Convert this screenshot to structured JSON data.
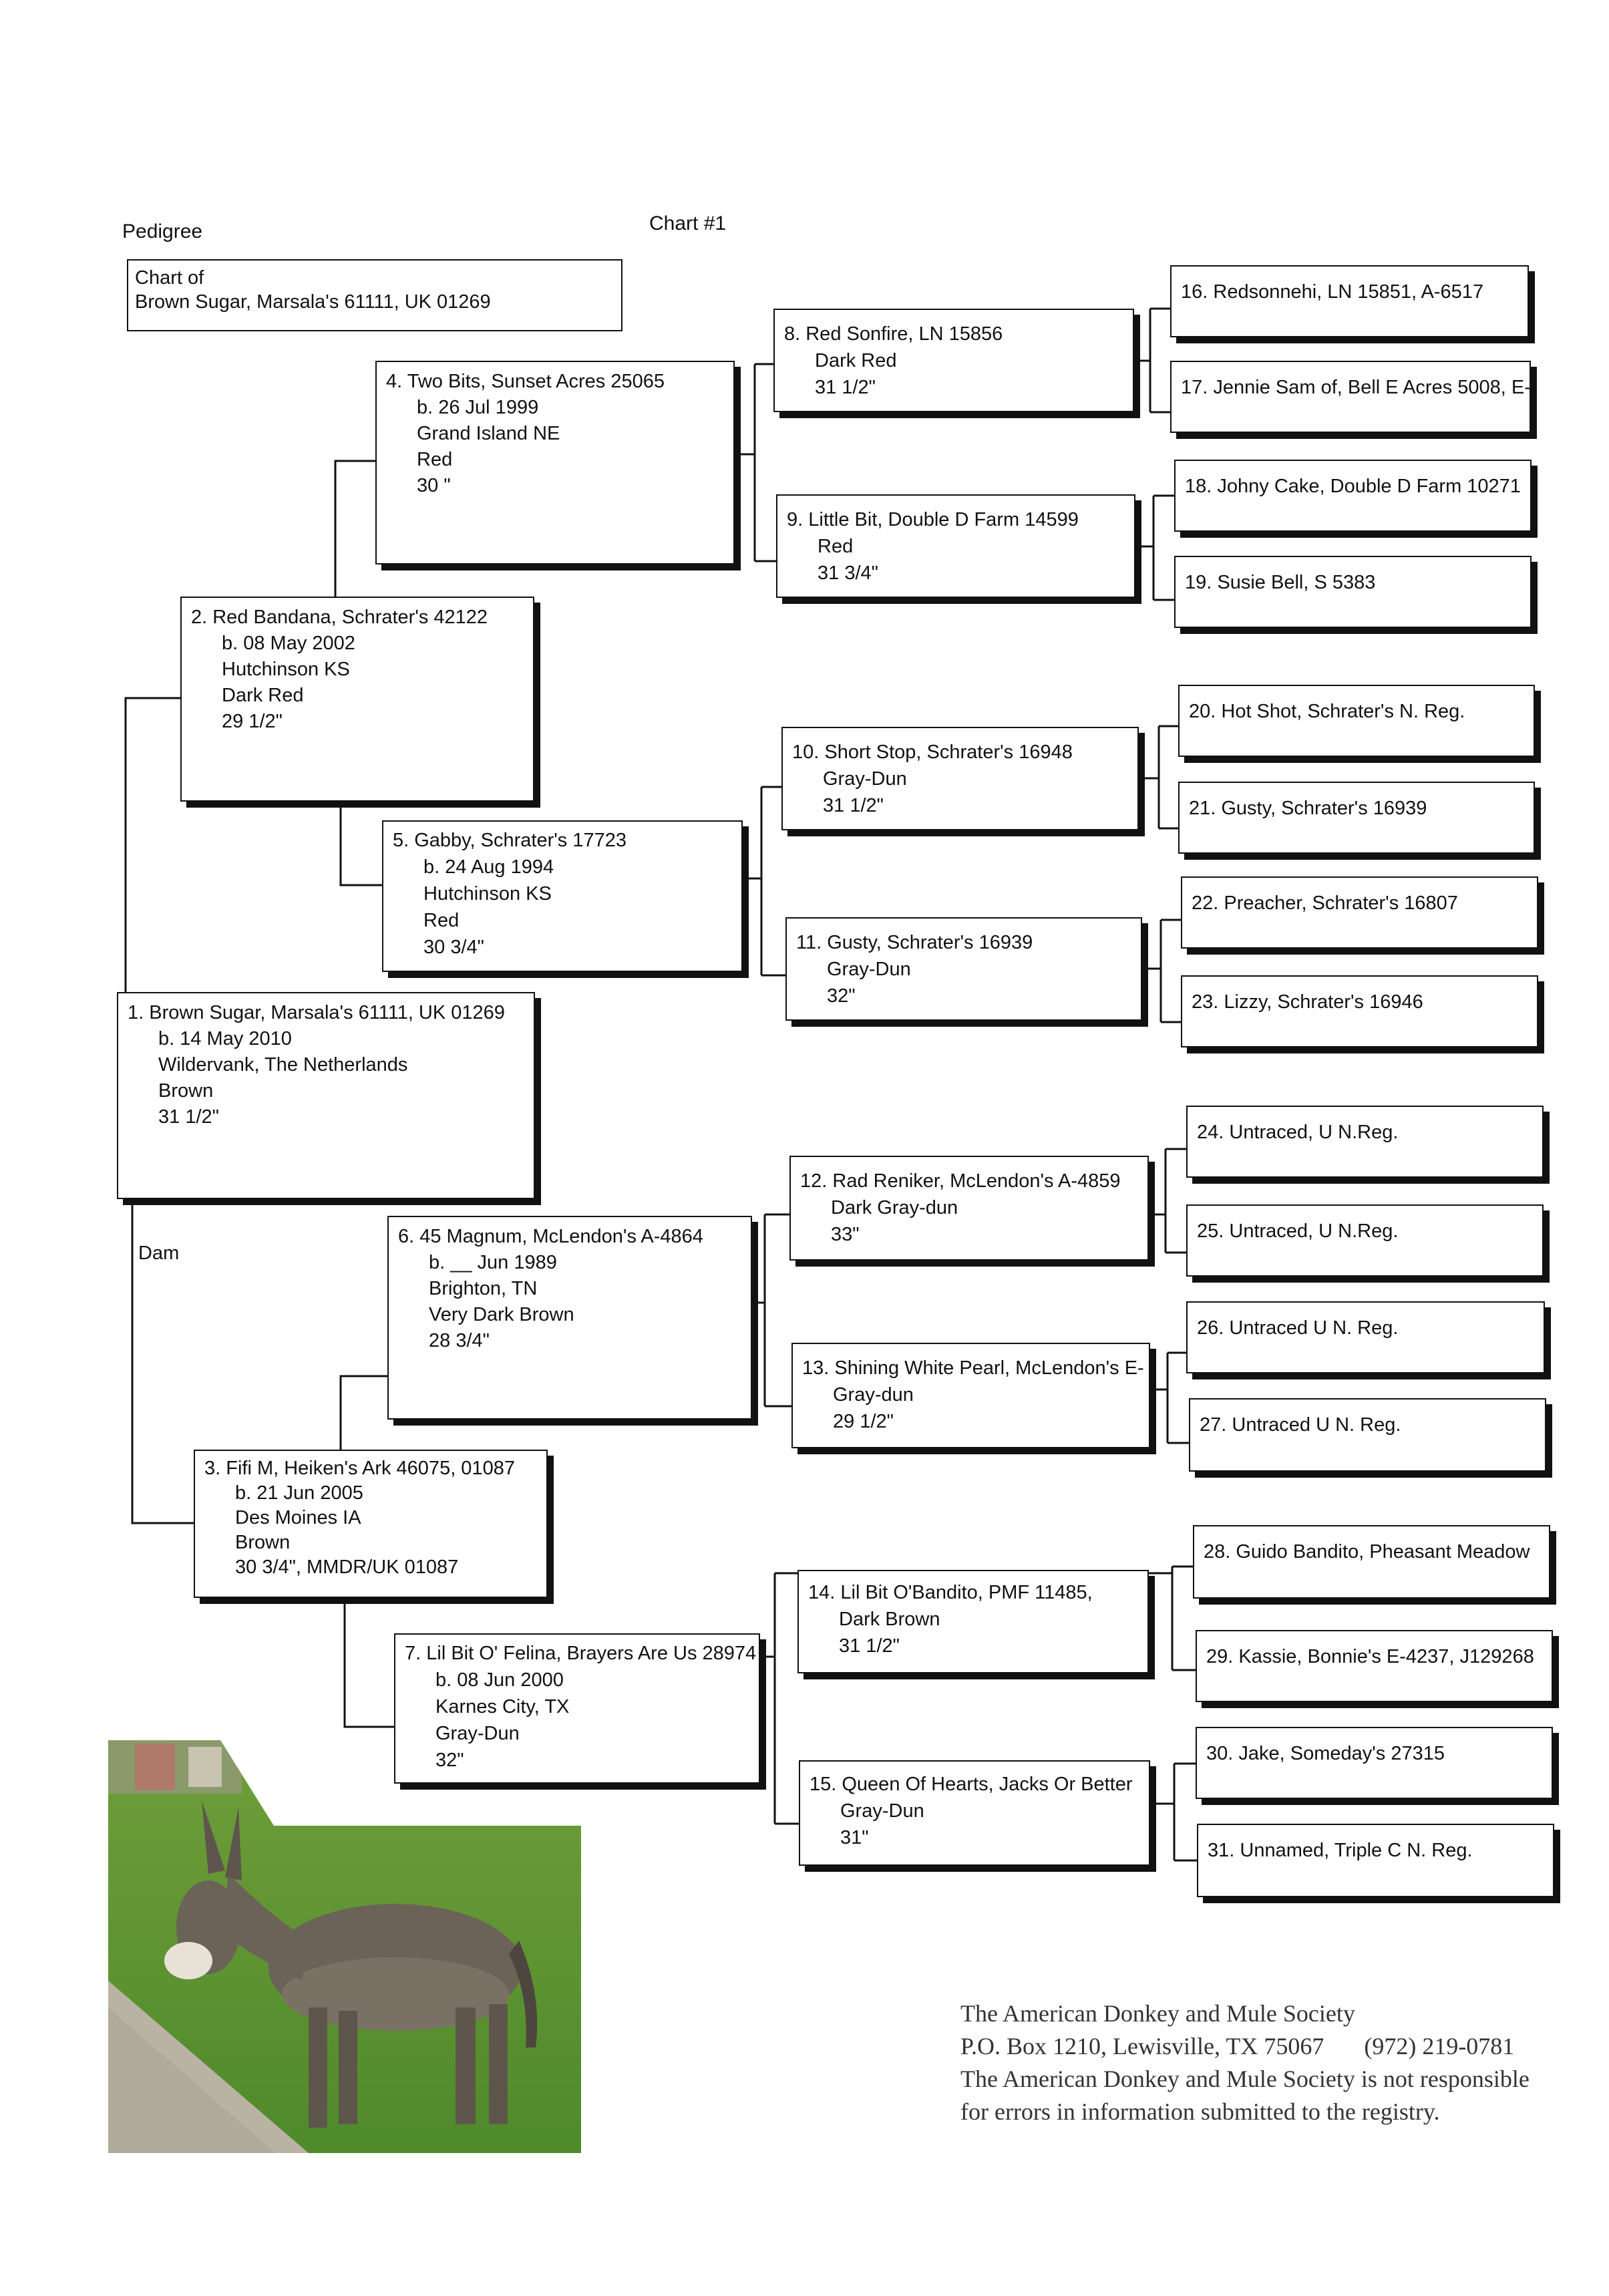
{
  "header": {
    "title": "Pedigree",
    "chart_number": "Chart #1"
  },
  "chart_of": {
    "line1": "Chart of",
    "line2": "Brown Sugar, Marsala's 61111, UK 01269"
  },
  "dam_label": "Dam",
  "animals": {
    "a1": {
      "name": "1. Brown Sugar, Marsala's 61111, UK 01269",
      "details": [
        "b. 14 May 2010",
        "Wildervank, The Netherlands",
        "Brown",
        "31 1/2\""
      ]
    },
    "a2": {
      "name": "2. Red Bandana, Schrater's 42122",
      "details": [
        "b. 08 May 2002",
        "Hutchinson KS",
        "Dark Red",
        "29 1/2\""
      ]
    },
    "a3": {
      "name": "3. Fifi M, Heiken's Ark 46075, 01087",
      "details": [
        "b. 21 Jun 2005",
        "Des Moines IA",
        "Brown",
        "30 3/4\", MMDR/UK 01087"
      ]
    },
    "a4": {
      "name": "4. Two Bits, Sunset Acres 25065",
      "details": [
        "b. 26 Jul 1999",
        "Grand Island NE",
        "Red",
        "30 \""
      ]
    },
    "a5": {
      "name": "5. Gabby, Schrater's 17723",
      "details": [
        "b. 24 Aug 1994",
        "Hutchinson KS",
        "Red",
        "30 3/4\""
      ]
    },
    "a6": {
      "name": "6. 45 Magnum, McLendon's A-4864",
      "details": [
        "b. __ Jun 1989",
        "Brighton, TN",
        "Very Dark Brown",
        "28 3/4\""
      ]
    },
    "a7": {
      "name": "7. Lil Bit O' Felina, Brayers Are Us 28974",
      "details": [
        "b. 08 Jun 2000",
        "Karnes City, TX",
        "Gray-Dun",
        "32\""
      ]
    },
    "a8": {
      "name": "8. Red Sonfire, LN 15856",
      "details": [
        "Dark Red",
        "31 1/2\""
      ]
    },
    "a9": {
      "name": "9. Little Bit, Double D Farm 14599",
      "details": [
        "Red",
        "31 3/4\""
      ]
    },
    "a10": {
      "name": "10. Short Stop, Schrater's 16948",
      "details": [
        "Gray-Dun",
        "31 1/2\""
      ]
    },
    "a11": {
      "name": "11. Gusty, Schrater's 16939",
      "details": [
        "Gray-Dun",
        "32\""
      ]
    },
    "a12": {
      "name": "12. Rad Reniker, McLendon's A-4859",
      "details": [
        "Dark Gray-dun",
        "33\""
      ]
    },
    "a13": {
      "name": "13. Shining White Pearl, McLendon's E-",
      "details": [
        "Gray-dun",
        "29 1/2\""
      ]
    },
    "a14": {
      "name": "14. Lil Bit O'Bandito, PMF 11485,",
      "details": [
        "Dark Brown",
        "31 1/2\""
      ]
    },
    "a15": {
      "name": "15. Queen Of Hearts, Jacks Or Better",
      "details": [
        "Gray-Dun",
        "31\""
      ]
    },
    "a16": {
      "name": "16. Redsonnehi, LN 15851, A-6517"
    },
    "a17": {
      "name": "17. Jennie Sam of, Bell E Acres 5008, E-"
    },
    "a18": {
      "name": "18. Johny Cake, Double D Farm 10271"
    },
    "a19": {
      "name": "19. Susie Bell, S 5383"
    },
    "a20": {
      "name": "20. Hot Shot, Schrater's N. Reg."
    },
    "a21": {
      "name": "21. Gusty, Schrater's 16939"
    },
    "a22": {
      "name": "22. Preacher, Schrater's 16807"
    },
    "a23": {
      "name": "23. Lizzy, Schrater's 16946"
    },
    "a24": {
      "name": "24. Untraced, U N.Reg."
    },
    "a25": {
      "name": "25. Untraced, U N.Reg."
    },
    "a26": {
      "name": "26. Untraced U N. Reg."
    },
    "a27": {
      "name": "27. Untraced U N. Reg."
    },
    "a28": {
      "name": "28. Guido Bandito, Pheasant Meadow"
    },
    "a29": {
      "name": "29. Kassie, Bonnie's E-4237, J129268"
    },
    "a30": {
      "name": "30. Jake, Someday's 27315"
    },
    "a31": {
      "name": "31. Unnamed, Triple C N. Reg."
    }
  },
  "footer": {
    "org": "The American Donkey and Mule Society",
    "address": "P.O. Box 1210, Lewisville, TX 75067",
    "phone": "(972) 219-0781",
    "disclaimer1": "The American Donkey and Mule Society is not responsible",
    "disclaimer2": "for errors in information submitted to the registry."
  }
}
